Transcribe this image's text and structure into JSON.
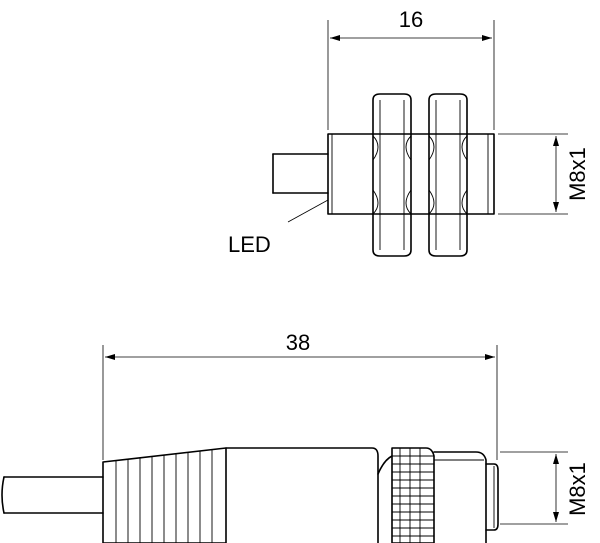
{
  "top_view": {
    "length_dim": "16",
    "thread_dim": "M8x1",
    "led_label": "LED"
  },
  "bottom_view": {
    "length_dim": "38",
    "thread_dim": "M8x1"
  }
}
